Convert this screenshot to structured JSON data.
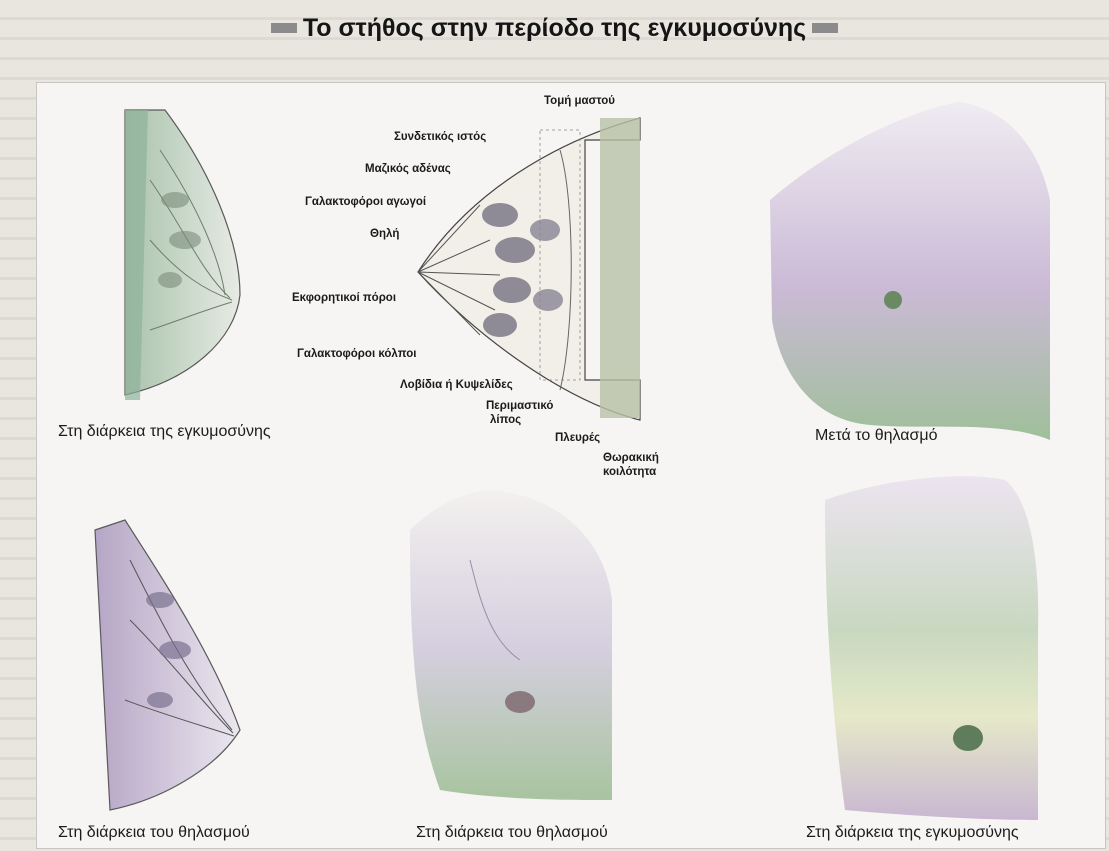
{
  "title": "Το στήθος στην περίοδο της εγκυμοσύνης",
  "diagram_labels": {
    "tomi": "Τομή μαστού",
    "syndetikos": "Συνδετικός ιστός",
    "mazikos": "Μαζικός αδένας",
    "galaktoforoi_agogoi": "Γαλακτοφόροι αγωγοί",
    "thili": "Θηλή",
    "ekforitikoi": "Εκφορητικοί πόροι",
    "galaktoforoi_kolpoi": "Γαλακτοφόροι κόλποι",
    "lovidia": "Λοβίδια ή Κυψελίδες",
    "perimastiko_1": "Περιμαστικό",
    "perimastiko_2": "λίπος",
    "plevres": "Πλευρές",
    "thorakiki_1": "Θωρακική",
    "thorakiki_2": "κοιλότητα"
  },
  "captions": {
    "top_left": "Στη διάρκεια της εγκυμοσύνης",
    "top_right": "Μετά το θηλασμό",
    "bottom_left": "Στη διάρκεια του θηλασμού",
    "bottom_center": "Στη διάρκεια του θηλασμού",
    "bottom_right": "Στη διάρκεια της εγκυμοσύνης"
  },
  "colors": {
    "skin_pale": "#ece7ee",
    "skin_lilac": "#c7b6d1",
    "skin_green": "#a9c49d",
    "tissue": "#9fb8a0",
    "line": "#4a4a4a"
  }
}
